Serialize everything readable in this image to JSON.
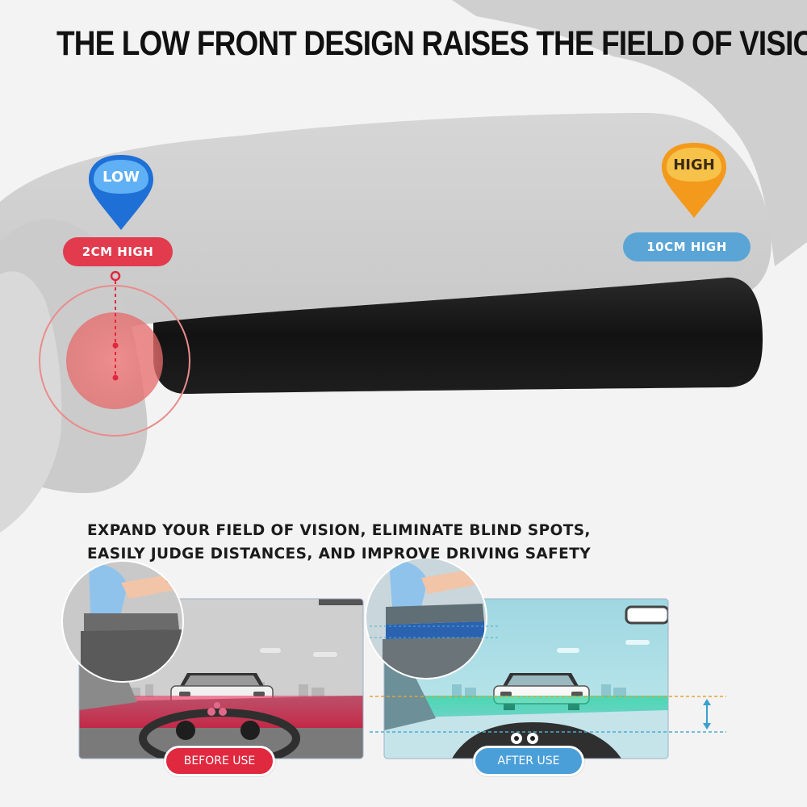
{
  "headline": "THE LOW FRONT DESIGN RAISES THE FIELD OF VISION",
  "low_marker": {
    "label": "LOW",
    "height_label": "2CM HIGH",
    "pin_color": "#1e6fd6",
    "pill_color": "#e23b4d"
  },
  "high_marker": {
    "label": "HIGH",
    "height_label": "10CM HIGH",
    "pin_color": "#f39a1c",
    "pill_color": "#5aa5d6"
  },
  "panel": {
    "line1": "EXPAND YOUR FIELD OF VISION, ELIMINATE BLIND SPOTS,",
    "line2": "EASILY JUDGE DISTANCES, AND IMPROVE DRIVING SAFETY",
    "before_label": "BEFORE USE",
    "after_label": "AFTER USE",
    "before_color": "#e0283e",
    "after_color": "#4a9fd8"
  },
  "colors": {
    "cushion": "#141414",
    "body_silhouette": "#c9c9c9",
    "sky_after": "#a7dde6",
    "sky_before": "#cfcfcf"
  }
}
